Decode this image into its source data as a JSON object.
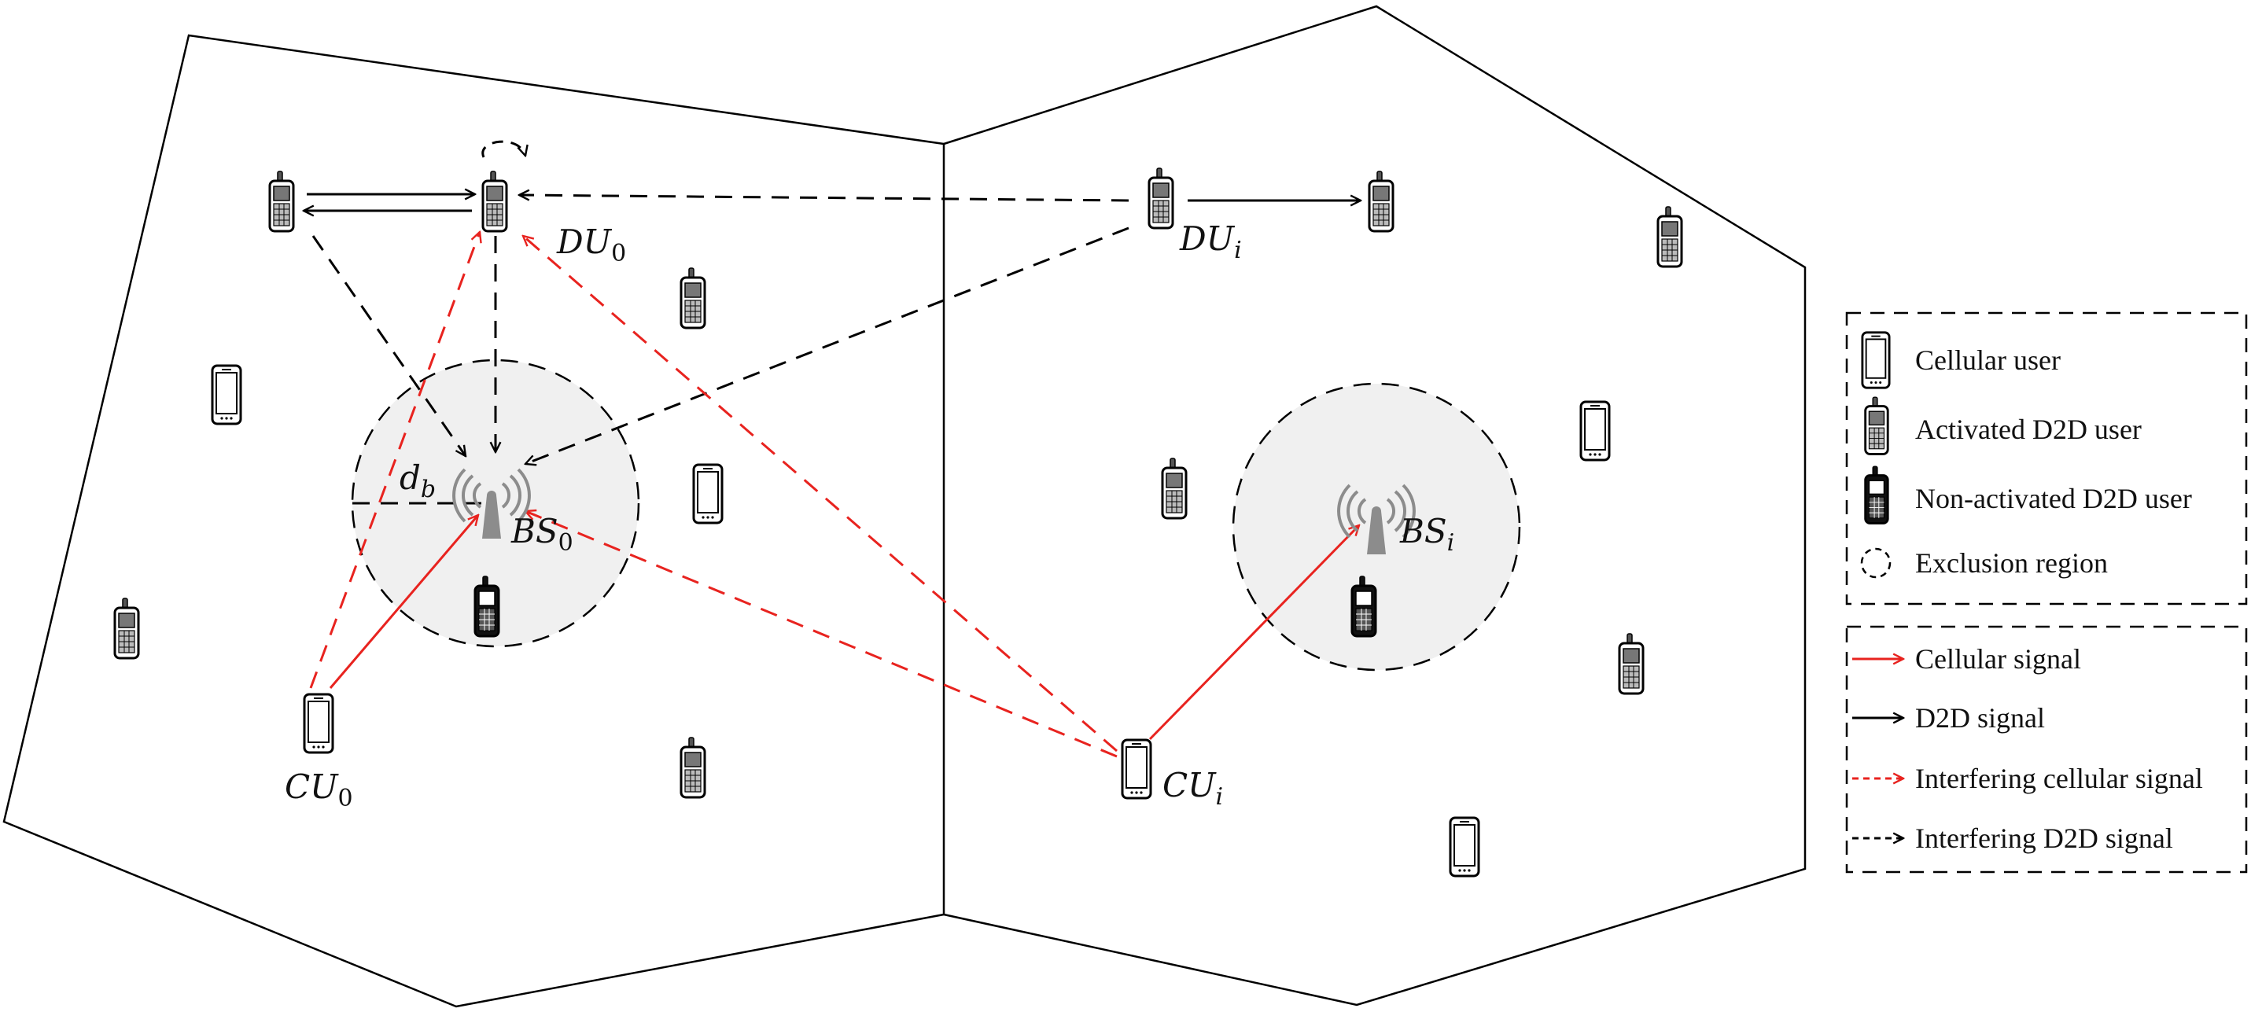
{
  "labels": {
    "bs0": "BS",
    "bs0_sub": "0",
    "bsi": "BS",
    "bsi_sub": "i",
    "du0": "DU",
    "du0_sub": "0",
    "dui": "DU",
    "dui_sub": "i",
    "cu0": "CU",
    "cu0_sub": "0",
    "cui": "CU",
    "cui_sub": "i",
    "db": "d",
    "db_sub": "b"
  },
  "legend": {
    "users": [
      {
        "icon": "cellular-user-icon",
        "label": "Cellular user"
      },
      {
        "icon": "activated-d2d-user-icon",
        "label": "Activated D2D user"
      },
      {
        "icon": "non-activated-d2d-user-icon",
        "label": "Non-activated D2D user"
      },
      {
        "icon": "exclusion-region-icon",
        "label": "Exclusion region"
      }
    ],
    "signals": [
      {
        "icon": "cellular-signal-arrow",
        "label": "Cellular signal"
      },
      {
        "icon": "d2d-signal-arrow",
        "label": "D2D signal"
      },
      {
        "icon": "interfering-cellular-signal-arrow",
        "label": "Interfering cellular signal"
      },
      {
        "icon": "interfering-d2d-signal-arrow",
        "label": "Interfering D2D signal"
      }
    ]
  },
  "colors": {
    "cellular_signal": "#e8231f",
    "d2d_signal": "#000000",
    "exclusion_fill": "#f0f0f0",
    "tower": "#8c8c8c"
  }
}
